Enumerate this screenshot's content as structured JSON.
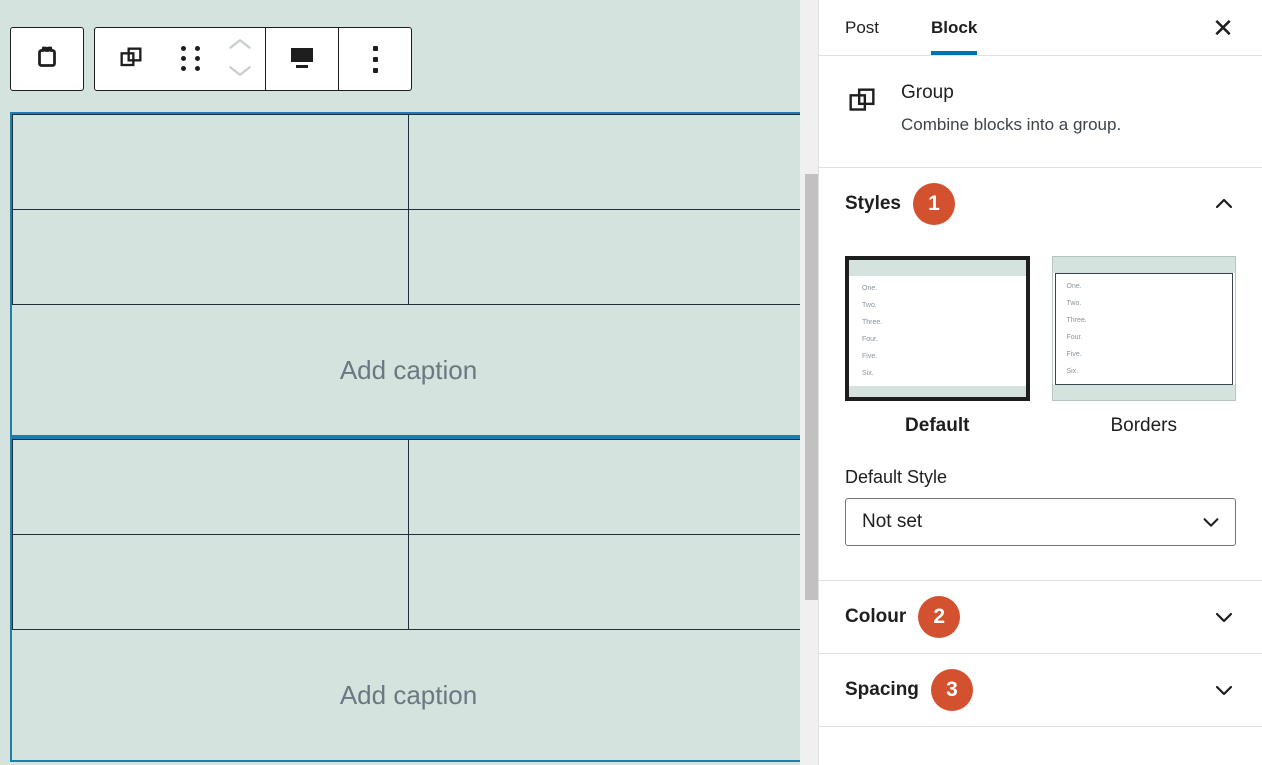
{
  "editor": {
    "toolbar": {
      "block_type_label": "block-type-switcher",
      "items": [
        {
          "name": "block-icon",
          "label": "Block type"
        },
        {
          "name": "group-icon",
          "label": "Group"
        },
        {
          "name": "drag-handle-icon",
          "label": "Drag"
        },
        {
          "name": "move-up-icon",
          "label": "Move up"
        },
        {
          "name": "move-down-icon",
          "label": "Move down"
        },
        {
          "name": "align-icon",
          "label": "Align"
        },
        {
          "name": "more-options-icon",
          "label": "Options"
        }
      ]
    },
    "blocks": [
      {
        "type": "table-with-caption",
        "rows": 2,
        "cols": 2,
        "caption_placeholder": "Add caption"
      },
      {
        "type": "table-with-caption",
        "rows": 2,
        "cols": 2,
        "caption_placeholder": "Add caption"
      }
    ],
    "colors": {
      "canvas_background": "#d4e3dd",
      "selection_border": "#1d7eab",
      "table_border": "#1f2e38",
      "caption_text": "#6c7781"
    }
  },
  "sidebar": {
    "tabs": [
      {
        "label": "Post",
        "active": false
      },
      {
        "label": "Block",
        "active": true
      }
    ],
    "close_label": "✕",
    "block_card": {
      "icon": "group-icon",
      "title": "Group",
      "description": "Combine blocks into a group."
    },
    "panels": [
      {
        "title": "Styles",
        "badge": "1",
        "expanded": true,
        "chevron": "chevron-up-icon"
      },
      {
        "title": "Colour",
        "badge": "2",
        "expanded": false,
        "chevron": "chevron-down-icon"
      },
      {
        "title": "Spacing",
        "badge": "3",
        "expanded": false,
        "chevron": "chevron-down-icon"
      }
    ],
    "styles": {
      "preview_lines": [
        "One.",
        "Two.",
        "Three.",
        "Four.",
        "Five.",
        "Six."
      ],
      "options": [
        {
          "label": "Default",
          "selected": true
        },
        {
          "label": "Borders",
          "selected": false
        }
      ],
      "default_style_label": "Default Style",
      "default_style_value": "Not set"
    },
    "colors": {
      "badge_background": "#d3512f",
      "tab_active_underline": "#0073aa",
      "border": "#e0e0e0"
    }
  }
}
